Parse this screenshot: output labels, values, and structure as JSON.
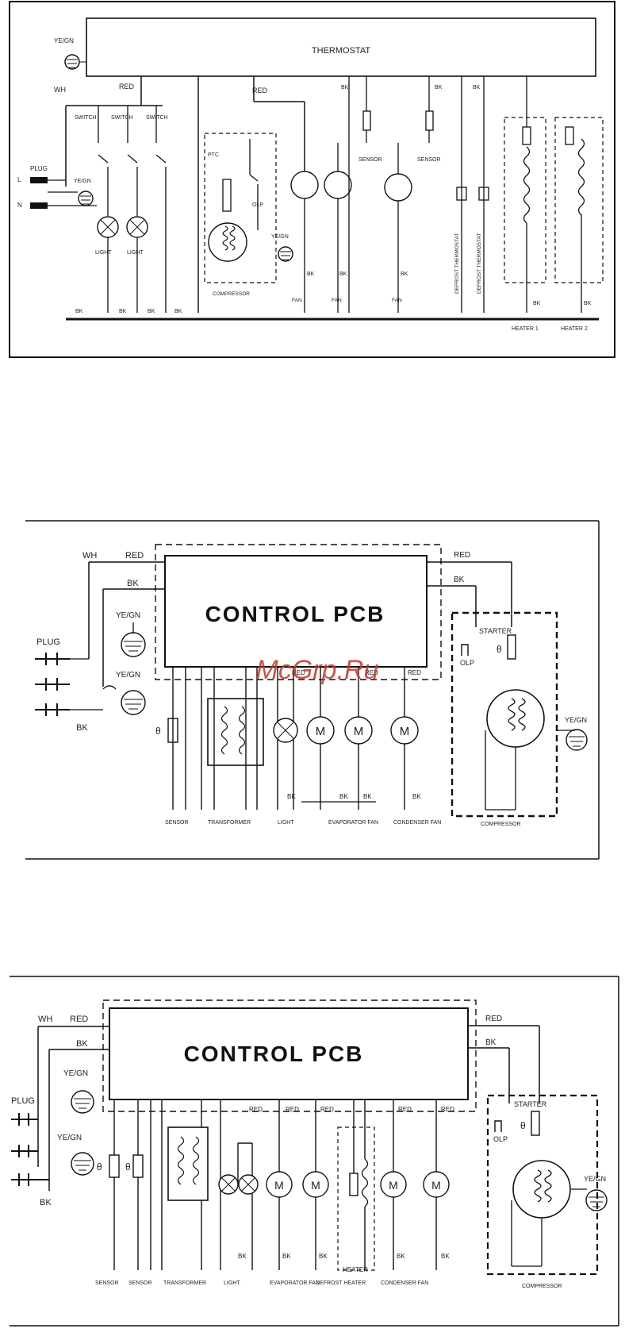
{
  "diagram1": {
    "thermostat": "THERMOSTAT",
    "wire_wh": "WH",
    "wire_red": "RED",
    "wire_red2": "RED",
    "wire_bk_top": "BK",
    "wire_yegn_top": "YE/GN",
    "wire_bk_sensor1": "BK",
    "wire_bk_sensor2": "BK",
    "wire_bk_right": "BK",
    "switches": [
      "SWITCH",
      "SWITCH",
      "SWITCH"
    ],
    "plug": "PLUG",
    "plug_l": "L",
    "plug_n": "N",
    "plug_yegn": "YE/GN",
    "lights": [
      "LIGHT",
      "LIGHT"
    ],
    "sensors": [
      "SENSOR",
      "SENSOR"
    ],
    "compressor": "COMPRESSOR",
    "olp": "OLP",
    "ptc": "PTC",
    "fuse_yegn": "YE/GN",
    "bottom_bk": [
      "BK",
      "BK",
      "BK",
      "BK"
    ],
    "fan_labels": [
      "FAN",
      "FAN",
      "FAN"
    ],
    "fan_bk": [
      "BK",
      "BK",
      "BK"
    ],
    "vertical_labels": [
      "DEFROST THERMOSTAT",
      "DEFROST THERMOSTAT"
    ],
    "heater_bk": [
      "BK",
      "BK"
    ],
    "heaters": [
      "HEATER 1",
      "HEATER 2"
    ]
  },
  "diagram2": {
    "title": "CONTROL PCB",
    "wire_wh": "WH",
    "wire_red": "RED",
    "wire_bk": "BK",
    "wire_yegn1": "YE/GN",
    "wire_yegn2": "YE/GN",
    "plug": "PLUG",
    "plug_bk": "BK",
    "wire_red_right": "RED",
    "wire_bk_right": "BK",
    "starter": "STARTER",
    "olp": "OLP",
    "comp_yegn": "YE/GN",
    "top_wires": [
      "RED",
      "RED",
      "RED"
    ],
    "bottom_bk": [
      "BK",
      "BK",
      "BK",
      "BK"
    ],
    "labels": [
      "SENSOR",
      "TRANSFORMER",
      "LIGHT",
      "EVAPORATOR FAN",
      "CONDENSER FAN",
      "COMPRESSOR"
    ]
  },
  "diagram3": {
    "title": "CONTROL PCB",
    "wire_wh": "WH",
    "wire_red": "RED",
    "wire_bk": "BK",
    "wire_yegn1": "YE/GN",
    "wire_yegn2": "YE/GN",
    "plug": "PLUG",
    "plug_bk": "BK",
    "wire_red_right": "RED",
    "wire_bk_right": "BK",
    "starter": "STARTER",
    "olp": "OLP",
    "comp_yegn": "YE/GN",
    "top_wires": [
      "RED",
      "RED",
      "RED",
      "RED",
      "RED"
    ],
    "bottom_bk": [
      "BK",
      "BK",
      "BK",
      "BK",
      "BK"
    ],
    "heater": "HEATER",
    "labels": [
      "SENSOR",
      "SENSOR",
      "TRANSFORMER",
      "LIGHT",
      "EVAPORATOR FAN",
      "DEFROST HEATER",
      "CONDENSER FAN",
      "COMPRESSOR"
    ]
  },
  "watermark": "McGrp.Ru"
}
